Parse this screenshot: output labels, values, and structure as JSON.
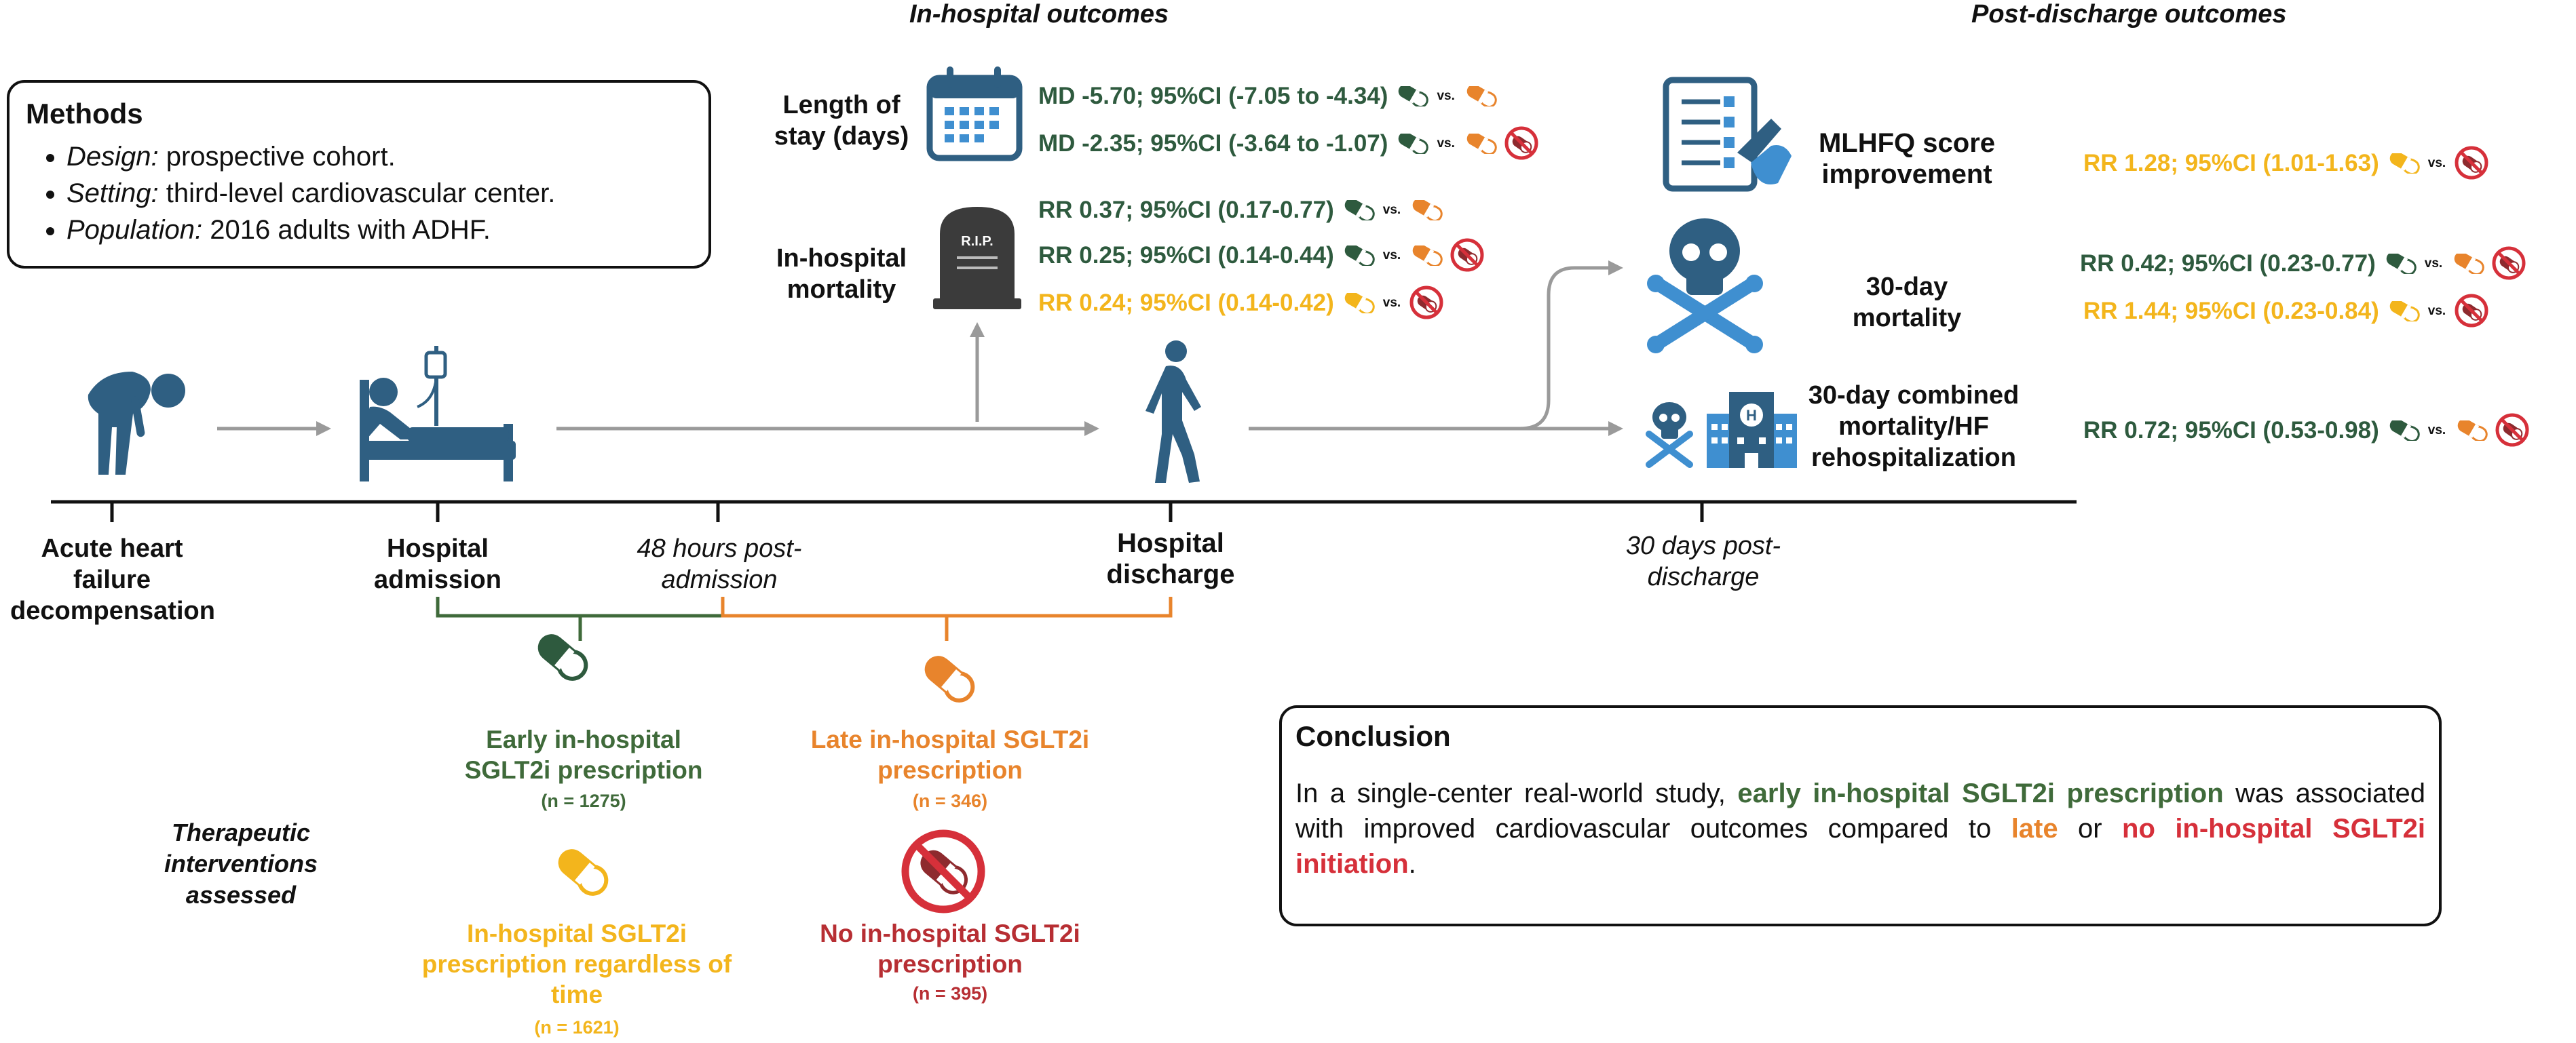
{
  "headings": {
    "in_hospital": "In-hospital outcomes",
    "post_discharge": "Post-discharge outcomes"
  },
  "methods": {
    "title": "Methods",
    "items": [
      {
        "label": "Design:",
        "text": " prospective cohort."
      },
      {
        "label": "Setting:",
        "text": " third-level cardiovascular center."
      },
      {
        "label": "Population:",
        "text": " 2016 adults with ADHF."
      }
    ]
  },
  "timeline": {
    "acute": "Acute heart failure decompensation",
    "admission": "Hospital admission",
    "hours48": "48 hours post-admission",
    "discharge": "Hospital discharge",
    "days30": "30 days post-discharge"
  },
  "in_hospital": {
    "los_label": "Length of stay (days)",
    "los_stats": [
      {
        "text": "MD -5.70; 95%CI (-7.05 to -4.34)",
        "vs": "vs."
      },
      {
        "text": "MD -2.35; 95%CI (-3.64 to -1.07)",
        "vs": "vs."
      }
    ],
    "mortality_label": "In-hospital mortality",
    "rip": "R.I.P.",
    "mortality_stats": [
      {
        "text": "RR 0.37; 95%CI (0.17-0.77)",
        "vs": "vs."
      },
      {
        "text": "RR 0.25; 95%CI (0.14-0.44)",
        "vs": "vs."
      },
      {
        "text": "RR 0.24; 95%CI (0.14-0.42)",
        "vs": "vs."
      }
    ]
  },
  "post_discharge": {
    "mlhfq_label": "MLHFQ score improvement",
    "mlhfq_stat": {
      "text": "RR 1.28; 95%CI (1.01-1.63)",
      "vs": "vs."
    },
    "mort30_label": "30-day mortality",
    "mort30_stats": [
      {
        "text": "RR 0.42; 95%CI (0.23-0.77)",
        "vs": "vs."
      },
      {
        "text": "RR 1.44; 95%CI (0.23-0.84)",
        "vs": "vs."
      }
    ],
    "combined_label": "30-day combined mortality/HF rehospitalization",
    "combined_stat": {
      "text": "RR 0.72; 95%CI (0.53-0.98)",
      "vs": "vs."
    }
  },
  "interventions": {
    "heading": "Therapeutic interventions assessed",
    "early": {
      "title": "Early in-hospital SGLT2i prescription",
      "n": "(n = 1275)"
    },
    "late": {
      "title": "Late in-hospital SGLT2i prescription",
      "n": "(n = 346)"
    },
    "regardless": {
      "title": "In-hospital SGLT2i prescription regardless of time",
      "n": "(n = 1621)"
    },
    "none": {
      "title": "No in-hospital SGLT2i prescription",
      "n": "(n = 395)"
    }
  },
  "conclusion": {
    "title": "Conclusion",
    "p1": "In a single-center real-world study, ",
    "early": "early in-hospital SGLT2i prescription",
    "p2": " was associated with improved cardiovascular outcomes compared to ",
    "late": "late",
    "p3": " or ",
    "none": "no in-hospital SGLT2i initiation",
    "p4": "."
  },
  "colors": {
    "green": "#2e5a3e",
    "orange": "#e8842c",
    "yellow": "#f3b51c",
    "red": "#b72e33",
    "icon_blue": "#2f5f82",
    "light_blue": "#3f8fd0",
    "gray": "#9a9a9a"
  },
  "icons": [
    "calendar-icon",
    "tombstone-icon",
    "checklist-icon",
    "skull-crossbones-icon",
    "hospital-icon",
    "person-icon",
    "hospital-bed-icon",
    "pill-icon",
    "no-pill-icon"
  ]
}
